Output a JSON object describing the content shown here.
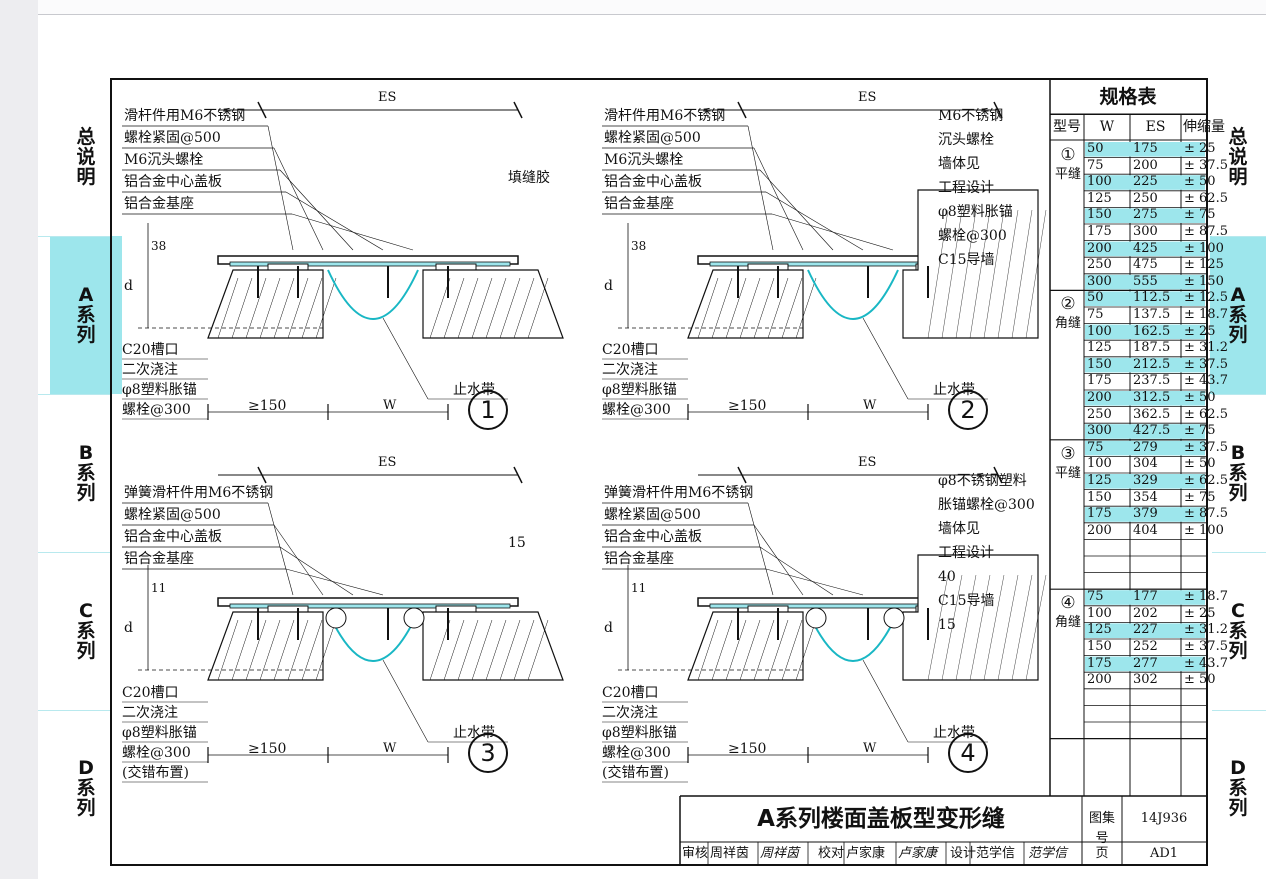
{
  "side_left": [
    {
      "label": "总说明",
      "active": false
    },
    {
      "label": "A系列",
      "active": true
    },
    {
      "label": "B系列",
      "active": false
    },
    {
      "label": "C系列",
      "active": false
    },
    {
      "label": "D系列",
      "active": false
    }
  ],
  "side_right": [
    "总说明",
    "A系列",
    "B系列",
    "C系列",
    "D系列"
  ],
  "spec_table": {
    "title": "规格表",
    "headers": [
      "型号",
      "W",
      "ES",
      "伸缩量"
    ],
    "groups": [
      {
        "marker": "①",
        "name": "平缝",
        "rows": [
          [
            "50",
            "175",
            "± 25"
          ],
          [
            "75",
            "200",
            "± 37.5"
          ],
          [
            "100",
            "225",
            "± 50"
          ],
          [
            "125",
            "250",
            "± 62.5"
          ],
          [
            "150",
            "275",
            "± 75"
          ],
          [
            "175",
            "300",
            "± 87.5"
          ],
          [
            "200",
            "425",
            "± 100"
          ],
          [
            "250",
            "475",
            "± 125"
          ],
          [
            "300",
            "555",
            "± 150"
          ]
        ]
      },
      {
        "marker": "②",
        "name": "角缝",
        "rows": [
          [
            "50",
            "112.5",
            "± 12.5"
          ],
          [
            "75",
            "137.5",
            "± 18.7"
          ],
          [
            "100",
            "162.5",
            "± 25"
          ],
          [
            "125",
            "187.5",
            "± 31.2"
          ],
          [
            "150",
            "212.5",
            "± 37.5"
          ],
          [
            "175",
            "237.5",
            "± 43.7"
          ],
          [
            "200",
            "312.5",
            "± 50"
          ],
          [
            "250",
            "362.5",
            "± 62.5"
          ],
          [
            "300",
            "427.5",
            "± 75"
          ]
        ]
      },
      {
        "marker": "③",
        "name": "平缝",
        "rows": [
          [
            "75",
            "279",
            "± 37.5"
          ],
          [
            "100",
            "304",
            "± 50"
          ],
          [
            "125",
            "329",
            "± 62.5"
          ],
          [
            "150",
            "354",
            "± 75"
          ],
          [
            "175",
            "379",
            "± 87.5"
          ],
          [
            "200",
            "404",
            "± 100"
          ],
          [
            "",
            "",
            ""
          ],
          [
            "",
            "",
            ""
          ],
          [
            "",
            "",
            ""
          ]
        ]
      },
      {
        "marker": "④",
        "name": "角缝",
        "rows": [
          [
            "75",
            "177",
            "± 18.7"
          ],
          [
            "100",
            "202",
            "± 25"
          ],
          [
            "125",
            "227",
            "± 31.2"
          ],
          [
            "150",
            "252",
            "± 37.5"
          ],
          [
            "175",
            "277",
            "± 43.7"
          ],
          [
            "200",
            "302",
            "± 50"
          ],
          [
            "",
            "",
            ""
          ],
          [
            "",
            "",
            ""
          ],
          [
            "",
            "",
            ""
          ]
        ]
      }
    ]
  },
  "titleblock": {
    "title": "A系列楼面盖板型变形缝",
    "atlas_label": "图集号",
    "atlas_no": "14J936",
    "page_label": "页",
    "page_no": "AD1",
    "review_label": "审核",
    "reviewer": "周祥茵",
    "reviewer_sig": "周祥茵",
    "check_label": "校对",
    "checker": "卢家康",
    "checker_sig": "卢家康",
    "design_label": "设计",
    "designer": "范学信",
    "designer_sig": "范学信"
  },
  "details": [
    {
      "num": "1",
      "es": "ES",
      "labels": [
        "滑杆件用M6不锈钢",
        "螺栓紧固@500",
        "M6沉头螺栓",
        "铝合金中心盖板",
        "铝合金基座"
      ],
      "right": [
        "填缝胶"
      ],
      "left_dims": [
        "38",
        "d"
      ],
      "bottom": [
        "C20槽口",
        "二次浇注",
        "φ8塑料胀锚",
        "螺栓@300"
      ],
      "waterstop": "止水带",
      "dim_min": "≥150",
      "dim_w": "W"
    },
    {
      "num": "2",
      "es": "ES",
      "labels": [
        "滑杆件用M6不锈钢",
        "螺栓紧固@500",
        "M6沉头螺栓",
        "铝合金中心盖板",
        "铝合金基座"
      ],
      "right": [
        "M6不锈钢",
        "沉头螺栓",
        "墙体见",
        "工程设计",
        "φ8塑料胀锚",
        "螺栓@300",
        "C15导墙"
      ],
      "left_dims": [
        "38",
        "d"
      ],
      "bottom": [
        "C20槽口",
        "二次浇注",
        "φ8塑料胀锚",
        "螺栓@300"
      ],
      "waterstop": "止水带",
      "dim_min": "≥150",
      "dim_w": "W"
    },
    {
      "num": "3",
      "es": "ES",
      "labels": [
        "弹簧滑杆件用M6不锈钢",
        "螺栓紧固@500",
        "铝合金中心盖板",
        "铝合金基座"
      ],
      "right": [
        "15"
      ],
      "left_dims": [
        "11",
        "d"
      ],
      "bottom": [
        "C20槽口",
        "二次浇注",
        "φ8塑料胀锚",
        "螺栓@300",
        "(交错布置)"
      ],
      "waterstop": "止水带",
      "dim_min": "≥150",
      "dim_w": "W"
    },
    {
      "num": "4",
      "es": "ES",
      "labels": [
        "弹簧滑杆件用M6不锈钢",
        "螺栓紧固@500",
        "铝合金中心盖板",
        "铝合金基座"
      ],
      "right": [
        "φ8不锈钢塑料",
        "胀锚螺栓@300",
        "墙体见",
        "工程设计",
        "40",
        "C15导墙",
        "15"
      ],
      "left_dims": [
        "11",
        "d"
      ],
      "bottom": [
        "C20槽口",
        "二次浇注",
        "φ8塑料胀锚",
        "螺栓@300",
        "(交错布置)"
      ],
      "waterstop": "止水带",
      "dim_min": "≥150",
      "dim_w": "W"
    }
  ]
}
